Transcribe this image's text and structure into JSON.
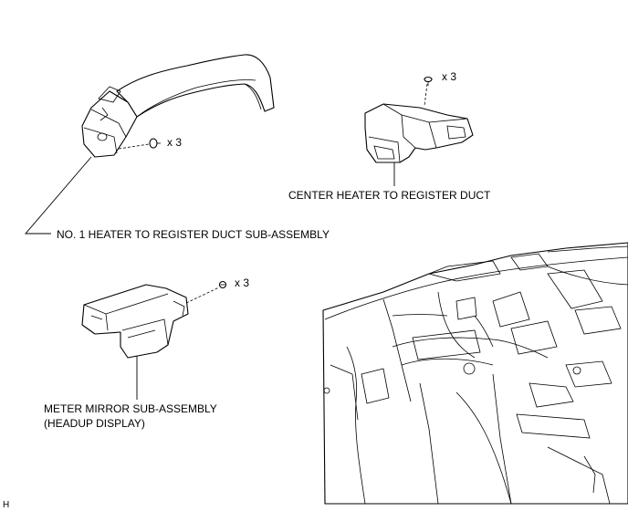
{
  "labels": {
    "no1_duct": "NO. 1 HEATER TO REGISTER DUCT SUB-ASSEMBLY",
    "center_duct": "CENTER HEATER TO REGISTER DUCT",
    "meter_mirror_line1": "METER MIRROR SUB-ASSEMBLY",
    "meter_mirror_line2": "(HEADUP DISPLAY)"
  },
  "quantities": {
    "no1_duct_clips": "x 3",
    "center_duct_clips": "x 3",
    "meter_mirror_screws": "x 3"
  },
  "corner_mark": "H"
}
